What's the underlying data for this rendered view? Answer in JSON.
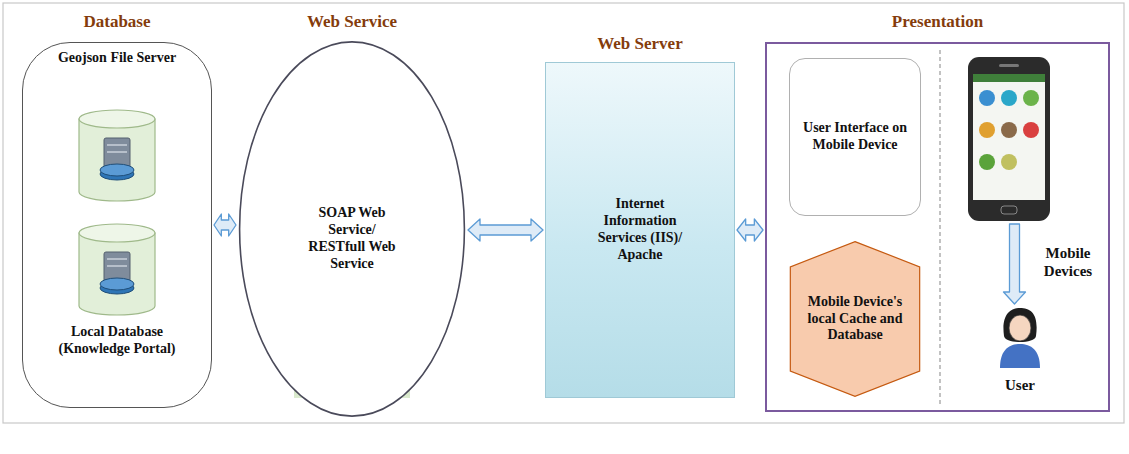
{
  "diagram": {
    "nodes": [
      {
        "text": [
          "Database"
        ]
      },
      {
        "text": [
          "Geojson File Server"
        ],
        "in": 0
      },
      {
        "text": [
          "Local Database (Knowledge Portal)"
        ],
        "in": 0
      },
      {
        "text": [
          "Web Service"
        ]
      },
      {
        "text": [
          "SOAP Web Service/ RESTfull Web Service"
        ],
        "in": 3
      },
      {
        "text": [
          "Web Server",
          "Internet Information Services (IIS)/ Apache"
        ]
      },
      {
        "text": [
          "Presentation"
        ]
      },
      {
        "text": [
          "User Interface on Mobile Device"
        ],
        "in": 6
      },
      {
        "text": [
          "Mobile Device's local Cache and Database"
        ],
        "in": 6
      },
      {
        "text": [
          "Mobile Devices"
        ],
        "in": 6
      },
      {
        "text": [
          "User"
        ],
        "in": 6
      }
    ],
    "edges": [
      {
        "from": 0,
        "to": 3,
        "arrow": "both"
      },
      {
        "from": 3,
        "to": 5,
        "arrow": "both"
      },
      {
        "from": 5,
        "to": 6,
        "arrow": "both"
      },
      {
        "from": 9,
        "to": 10,
        "arrow": "to"
      }
    ]
  }
}
